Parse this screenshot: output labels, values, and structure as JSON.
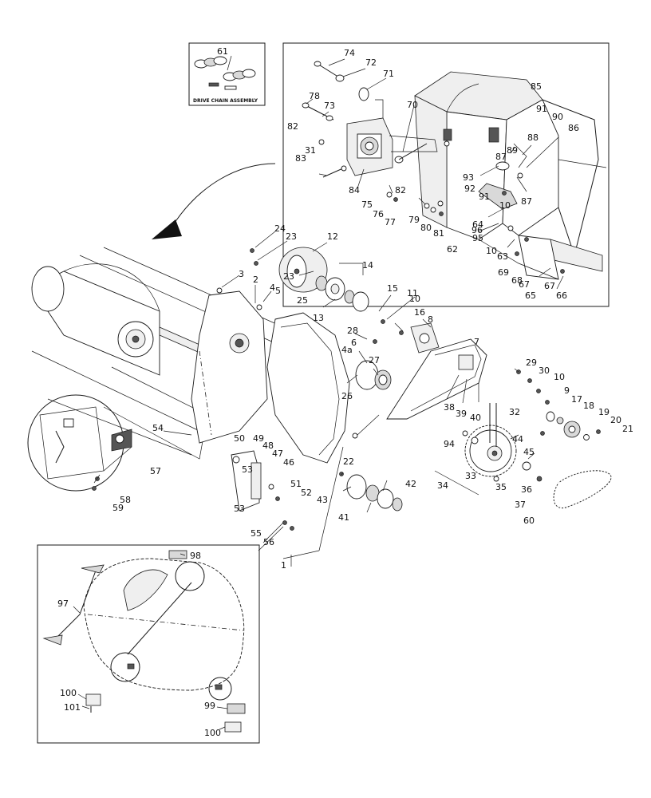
{
  "inset_title": "DRIVE CHAIN ASSEMBLY",
  "callouts": {
    "c1": "1",
    "c2": "2",
    "c3": "3",
    "c4": "4",
    "c4a": "4a",
    "c5": "5",
    "c6": "6",
    "c7": "7",
    "c8": "8",
    "c9": "9",
    "c10a": "10",
    "c10b": "10",
    "c10c": "10",
    "c10d": "10",
    "c11": "11",
    "c12": "12",
    "c13": "13",
    "c14": "14",
    "c15": "15",
    "c16": "16",
    "c17": "17",
    "c18": "18",
    "c19": "19",
    "c20": "20",
    "c21": "21",
    "c22": "22",
    "c23a": "23",
    "c23b": "23",
    "c24": "24",
    "c25": "25",
    "c26": "26",
    "c27": "27",
    "c28": "28",
    "c29": "29",
    "c30": "30",
    "c31": "31",
    "c32": "32",
    "c33": "33",
    "c34": "34",
    "c35": "35",
    "c36": "36",
    "c37": "37",
    "c38": "38",
    "c39": "39",
    "c40": "40",
    "c41": "41",
    "c42": "42",
    "c43": "43",
    "c44": "44",
    "c45": "45",
    "c46": "46",
    "c47": "47",
    "c48": "48",
    "c49": "49",
    "c50": "50",
    "c51": "51",
    "c52": "52",
    "c53a": "53",
    "c53b": "53",
    "c54": "54",
    "c55": "55",
    "c56": "56",
    "c57": "57",
    "c58": "58",
    "c59": "59",
    "c60": "60",
    "c61": "61",
    "c62": "62",
    "c63": "63",
    "c64": "64",
    "c65": "65",
    "c66": "66",
    "c67a": "67",
    "c67b": "67",
    "c68": "68",
    "c69": "69",
    "c70": "70",
    "c71": "71",
    "c72": "72",
    "c73": "73",
    "c74": "74",
    "c75": "75",
    "c76": "76",
    "c77": "77",
    "c78": "78",
    "c79": "79",
    "c80": "80",
    "c81": "81",
    "c82a": "82",
    "c82b": "82",
    "c83": "83",
    "c84": "84",
    "c85": "85",
    "c86": "86",
    "c87a": "87",
    "c87b": "87",
    "c88": "88",
    "c89": "89",
    "c90": "90",
    "c91a": "91",
    "c91b": "91",
    "c92": "92",
    "c93": "93",
    "c94": "94",
    "c95": "95",
    "c96": "96",
    "c97": "97",
    "c98": "98",
    "c99": "99",
    "c100a": "100",
    "c100b": "100",
    "c101": "101"
  }
}
